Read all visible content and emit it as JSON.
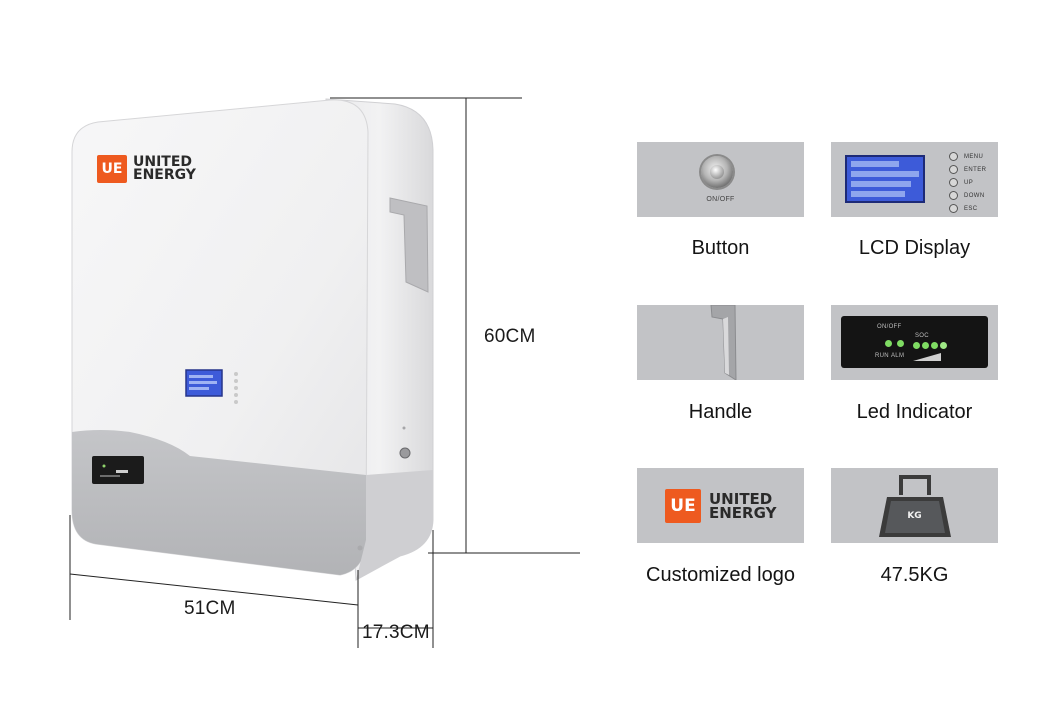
{
  "product": {
    "brand_mark": "UE",
    "brand_line1": "UNITED",
    "brand_line2": "ENERGY"
  },
  "dimensions": {
    "height": "60CM",
    "width": "51CM",
    "depth": "17.3CM"
  },
  "features": [
    {
      "key": "button",
      "caption": "Button",
      "detail": "ON/OFF"
    },
    {
      "key": "lcd",
      "caption": "LCD Display",
      "keys": [
        "MENU",
        "ENTER",
        "UP",
        "DOWN",
        "ESC"
      ]
    },
    {
      "key": "handle",
      "caption": "Handle"
    },
    {
      "key": "led",
      "caption": "Led Indicator",
      "labels": [
        "ON/OFF",
        "SOC",
        "RUN",
        "ALM"
      ]
    },
    {
      "key": "logo",
      "caption": "Customized logo",
      "brand_mark": "UE",
      "brand_line1": "UNITED",
      "brand_line2": "ENERGY"
    },
    {
      "key": "weight",
      "caption": "47.5KG",
      "detail": "KG"
    }
  ],
  "colors": {
    "brand_orange": "#ee5a1f",
    "tile_gray": "#c2c3c6",
    "lcd_blue": "#3d5bd9",
    "led_green": "#7fdc63"
  },
  "icons": [
    "power-button-icon",
    "lcd-screen-icon",
    "handle-icon",
    "led-panel-icon",
    "brand-logo-icon",
    "weight-icon"
  ]
}
